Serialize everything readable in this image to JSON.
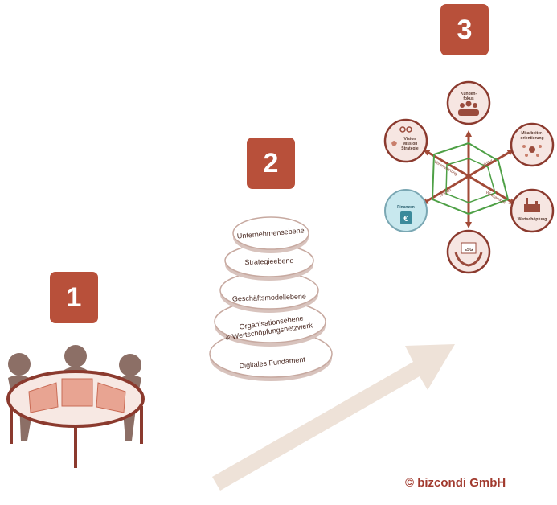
{
  "badges": [
    "1",
    "2",
    "3"
  ],
  "layers": [
    "Unternehmensebene",
    "Strategieebene",
    "Geschäftsmodellebene",
    "Organisationsebene",
    "& Wertschöpfungsnetzwerk",
    "Digitales Fundament"
  ],
  "radar": {
    "nodes": {
      "kunden": [
        "Kunden-",
        "fokus"
      ],
      "mitarbeiter": [
        "Mitarbeiter-",
        "orientierung"
      ],
      "wertschoepfung": "Wertschöpfung",
      "esg": "ESG",
      "finanzen": "Finanzen",
      "finanzen_symbol": "€",
      "vision": [
        "Vision",
        "Mission",
        "Strategie"
      ]
    }
  },
  "copyright": "© bizcondi GmbH",
  "colors": {
    "badge": "#b8503a",
    "arrow": "#eee2d8",
    "people": "#8c6f66",
    "table_rim": "#8b3a2e",
    "radar_axis": "#a24a37",
    "radar_polygon": "#4ea046",
    "finance_node": "#c8e8ee"
  }
}
